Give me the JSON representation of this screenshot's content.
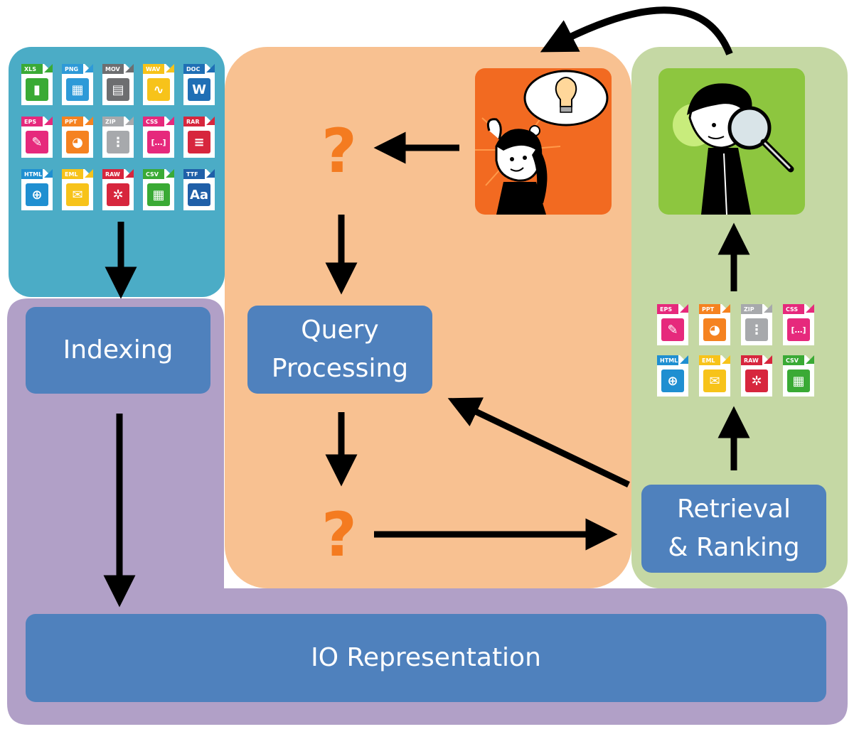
{
  "labels": {
    "indexing": "Indexing",
    "query_line1": "Query",
    "query_line2": "Processing",
    "retrieval_line1": "Retrieval",
    "retrieval_line2": "& Ranking",
    "io": "IO Representation",
    "q1": "?",
    "q2": "?"
  },
  "colors": {
    "docs_panel": "#4bacc6",
    "process_panel": "#b1a0c7",
    "query_panel": "#f8c191",
    "ranking_panel": "#c5d8a4",
    "box": "#4f81bd",
    "accent": "#f47b20"
  },
  "doc_icons": [
    {
      "tag": "XLS",
      "color": "#3aaa35",
      "glyph": "chart-icon"
    },
    {
      "tag": "PNG",
      "color": "#2e9ad8",
      "glyph": "checker-icon"
    },
    {
      "tag": "MOV",
      "color": "#6d6e70",
      "glyph": "film-icon"
    },
    {
      "tag": "WAV",
      "color": "#f7c31a",
      "glyph": "wave-icon"
    },
    {
      "tag": "DOC",
      "color": "#1f6fb5",
      "glyph": "word-icon"
    },
    {
      "tag": "EPS",
      "color": "#e6297c",
      "glyph": "vector-icon"
    },
    {
      "tag": "PPT",
      "color": "#f58220",
      "glyph": "pie-icon"
    },
    {
      "tag": "ZIP",
      "color": "#a7a9ac",
      "glyph": "zip-icon"
    },
    {
      "tag": "CSS",
      "color": "#e6297c",
      "glyph": "brackets-icon"
    },
    {
      "tag": "RAR",
      "color": "#d7263d",
      "glyph": "stack-icon"
    },
    {
      "tag": "HTML",
      "color": "#1f8fd1",
      "glyph": "globe-icon"
    },
    {
      "tag": "EML",
      "color": "#f7c31a",
      "glyph": "mail-icon"
    },
    {
      "tag": "RAW",
      "color": "#d7263d",
      "glyph": "aperture-icon"
    },
    {
      "tag": "CSV",
      "color": "#3aaa35",
      "glyph": "table-icon"
    },
    {
      "tag": "TTF",
      "color": "#1f5fa8",
      "glyph": "font-icon"
    }
  ],
  "result_icons": [
    {
      "tag": "EPS",
      "color": "#e6297c",
      "glyph": "vector-icon"
    },
    {
      "tag": "PPT",
      "color": "#f58220",
      "glyph": "pie-icon"
    },
    {
      "tag": "ZIP",
      "color": "#a7a9ac",
      "glyph": "zip-icon"
    },
    {
      "tag": "CSS",
      "color": "#e6297c",
      "glyph": "brackets-icon"
    },
    {
      "tag": "HTML",
      "color": "#1f8fd1",
      "glyph": "globe-icon"
    },
    {
      "tag": "EML",
      "color": "#f7c31a",
      "glyph": "mail-icon"
    },
    {
      "tag": "RAW",
      "color": "#d7263d",
      "glyph": "aperture-icon"
    },
    {
      "tag": "CSV",
      "color": "#3aaa35",
      "glyph": "table-icon"
    }
  ]
}
